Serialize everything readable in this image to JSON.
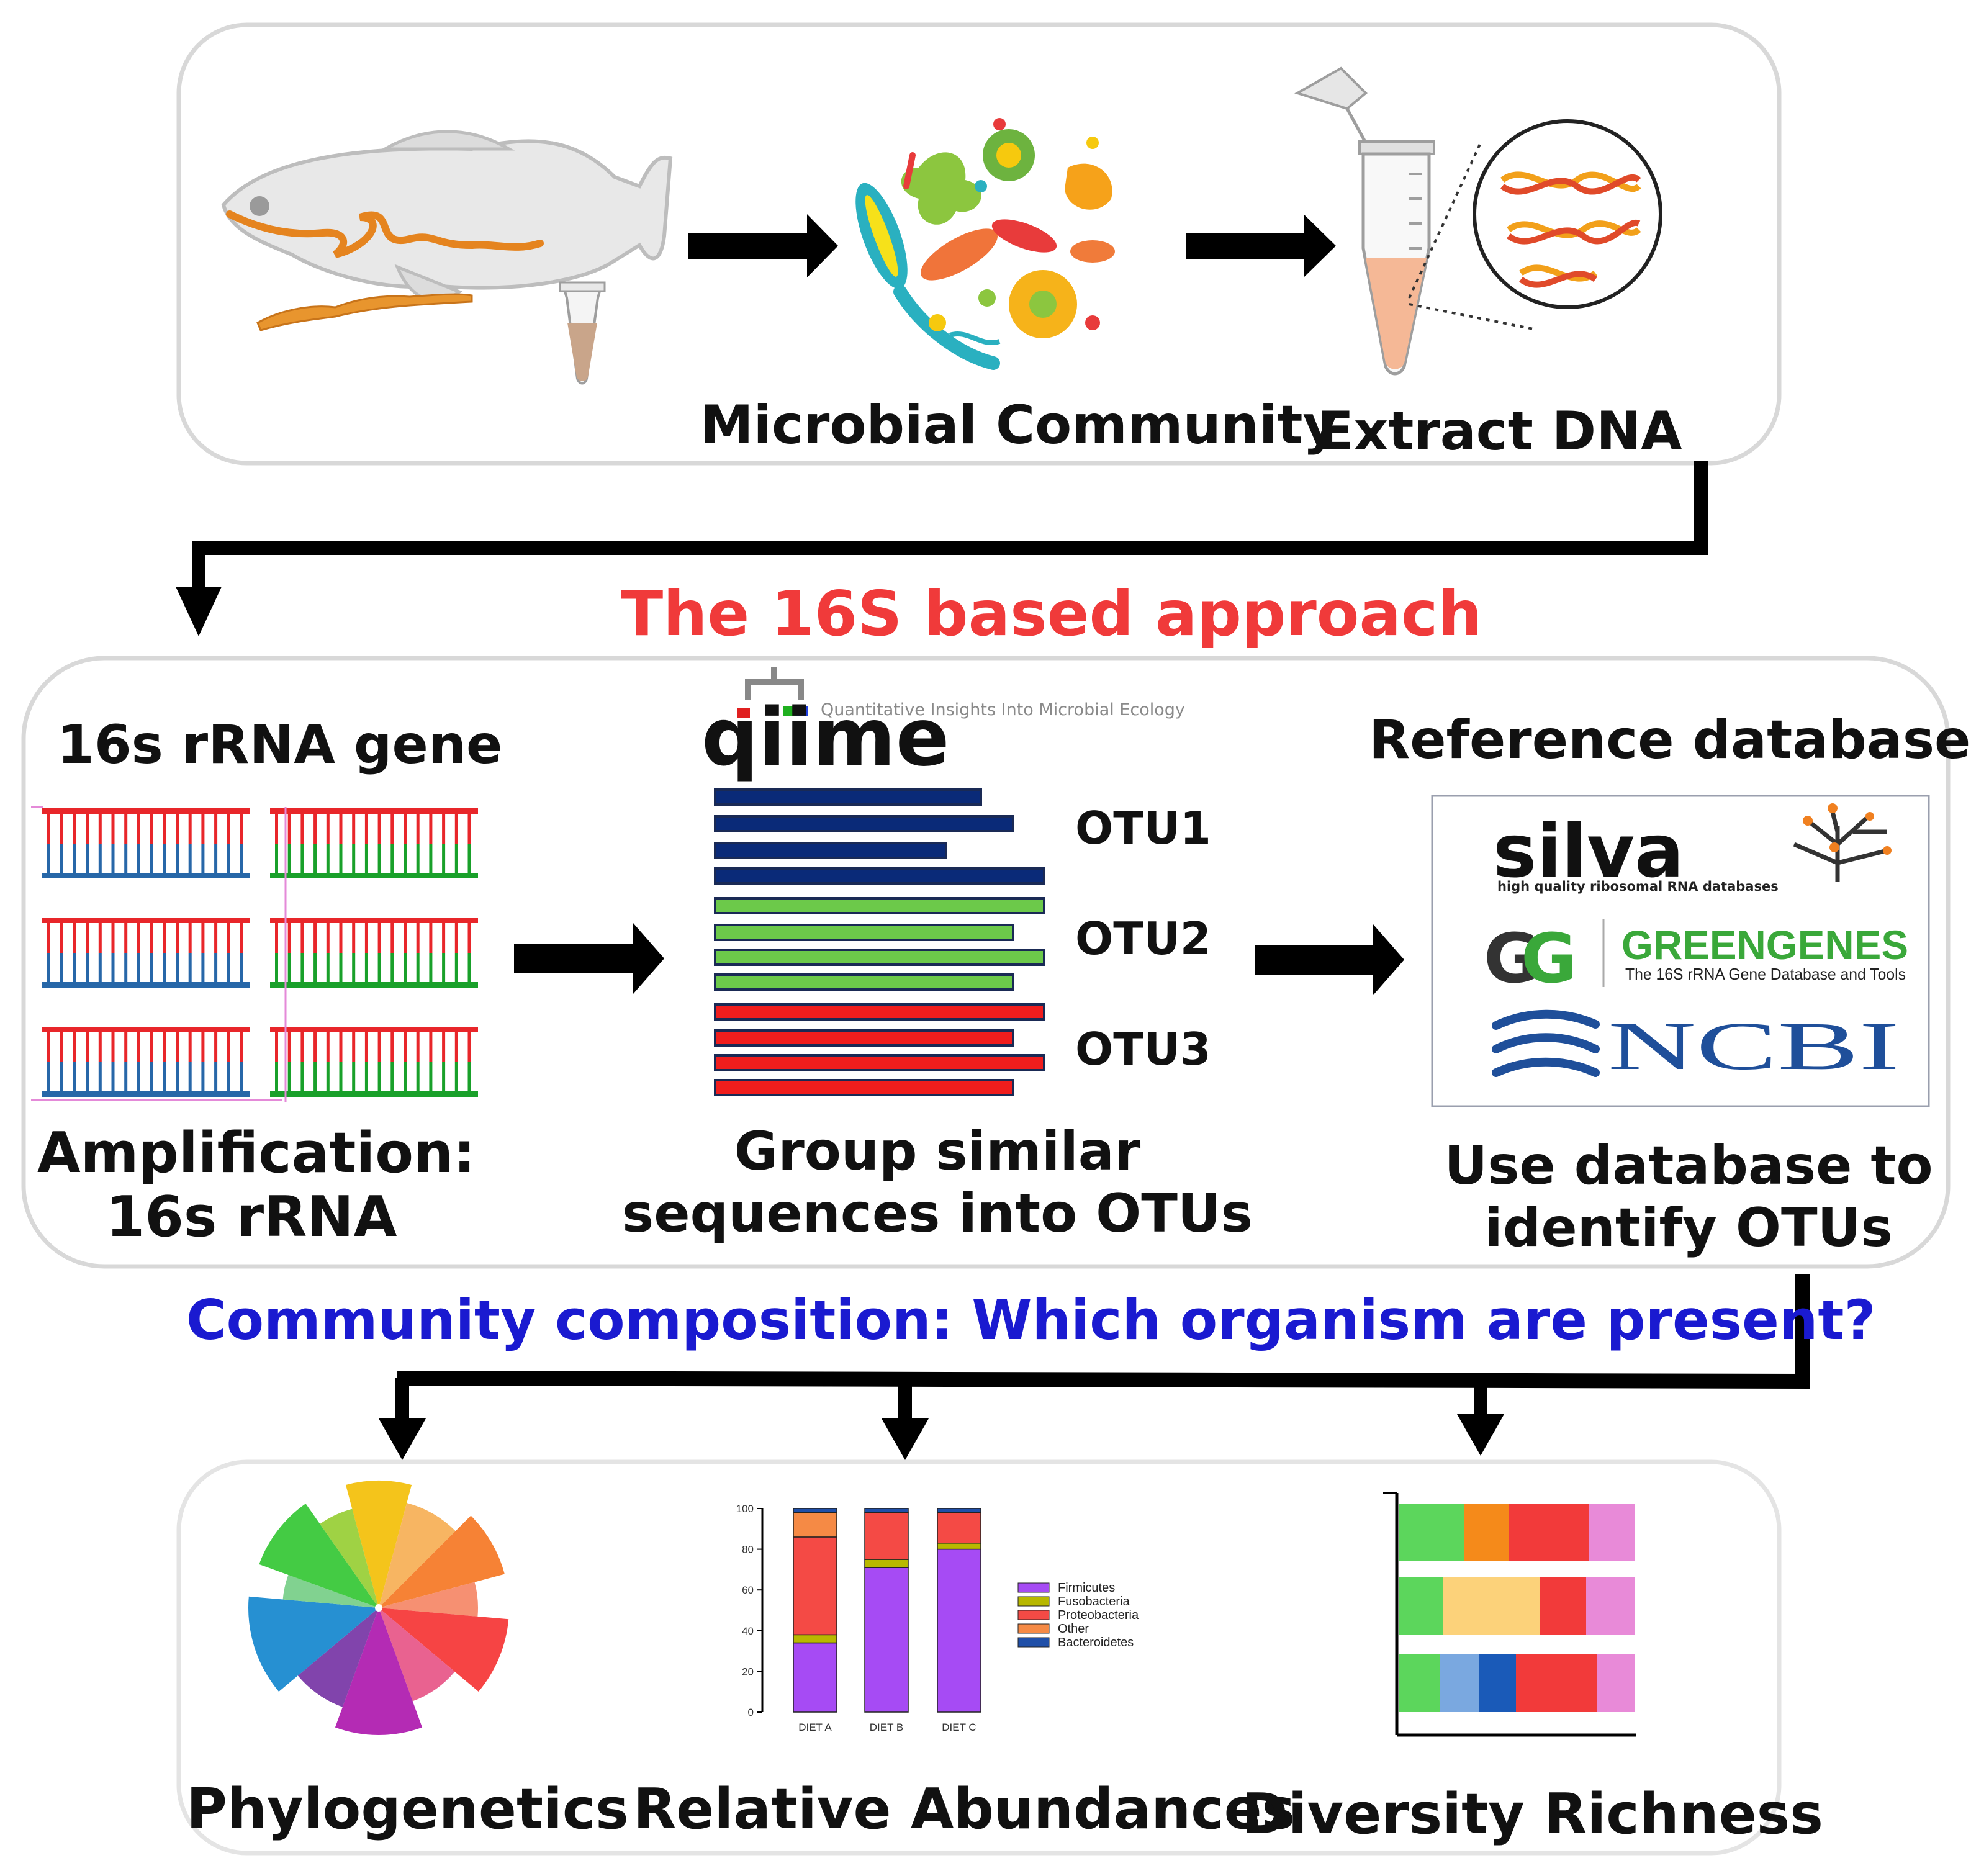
{
  "top_panel": {
    "microbial_community_label": "Microbial Community",
    "extract_dna_label": "Extract DNA"
  },
  "approach_title": "The 16S based approach",
  "middle_panel": {
    "gene_title": "16s rRNA gene",
    "amplification_label_line1": "Amplification:",
    "amplification_label_line2": "16s rRNA",
    "qiime_logo_text": "qiime",
    "qiime_tagline": "Quantitative Insights Into Microbial Ecology",
    "otu_labels": [
      "OTU1",
      "OTU2",
      "OTU3"
    ],
    "group_label_line1": "Group similar",
    "group_label_line2": "sequences into OTUs",
    "reference_title": "Reference databases",
    "silva_logo_text": "silva",
    "silva_tagline": "high quality ribosomal RNA databases",
    "greengenes_logo_text": "GREENGENES",
    "greengenes_tagline": "The 16S rRNA Gene Database and Tools",
    "ncbi_logo_text": "NCBI",
    "use_db_label_line1": "Use database to",
    "use_db_label_line2": "identify OTUs"
  },
  "composition_question": "Community composition: Which organism are present?",
  "bottom_panel": {
    "phylogenetics_label": "Phylogenetics",
    "relative_abundances_label": "Relative Abundances",
    "diversity_richness_label": "Diversity Richness"
  },
  "colors": {
    "title_red": "#f03a3a",
    "question_blue": "#1a1ad0",
    "otu1": "#0a2a78",
    "otu2": "#6cc94a",
    "otu3": "#f01d1d"
  },
  "chart_data": {
    "type": "bar",
    "stacked": true,
    "categories": [
      "DIET A",
      "DIET B",
      "DIET C"
    ],
    "ylim": [
      0,
      100
    ],
    "yticks": [
      0,
      20,
      40,
      60,
      80,
      100
    ],
    "legend_position": "right",
    "series": [
      {
        "name": "Firmicutes",
        "color": "#a64bf4",
        "values": [
          34,
          71,
          80
        ]
      },
      {
        "name": "Fusobacteria",
        "color": "#b8b800",
        "values": [
          4,
          4,
          3
        ]
      },
      {
        "name": "Proteobacteria",
        "color": "#f44a45",
        "values": [
          48,
          23,
          15
        ]
      },
      {
        "name": "Other",
        "color": "#f58a45",
        "values": [
          12,
          0,
          0
        ]
      },
      {
        "name": "Bacteroidetes",
        "color": "#1f4fa8",
        "values": [
          2,
          2,
          2
        ]
      }
    ]
  }
}
